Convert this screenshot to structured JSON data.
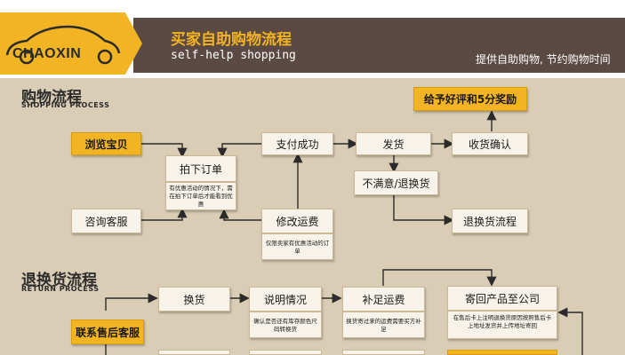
{
  "header": {
    "logo_text": "CHAOXIN",
    "title_zh": "买家自助购物流程",
    "title_en": "self-help shopping",
    "slogan": "提供自助购物, 节约购物时间"
  },
  "section1": {
    "title": "购物流程",
    "subtitle": "SHOPPING PROCESS",
    "nodes": {
      "browse": "浏览宝贝",
      "order": "拍下订单",
      "order_note": "有优惠活动的情况下，需在拍下订单后才能看到优惠",
      "consult": "咨询客服",
      "pay": "支付成功",
      "modify_fee": "修改运费",
      "modify_note": "仅限卖家有优惠活动的订单",
      "ship": "发货",
      "confirm": "收货确认",
      "review": "给予好评和5分奖励",
      "unsatisfied": "不满意/退换货",
      "return_flow": "退换货流程"
    }
  },
  "section2": {
    "title": "退换货流程",
    "subtitle": "RETURN PROCESS",
    "nodes": {
      "contact": "联系售后客服",
      "exchange": "换货",
      "explain": "说明情况",
      "explain_note": "确认是否还有库存颜色尺码转换货",
      "pay_fee": "补足运费",
      "fee_note": "换货寄过来的运费需要买方补足",
      "send_back": "寄回产品至公司",
      "send_note": "在售后卡上注明退换货原因按照售后卡上地址发货并上传地址寄回"
    }
  }
}
